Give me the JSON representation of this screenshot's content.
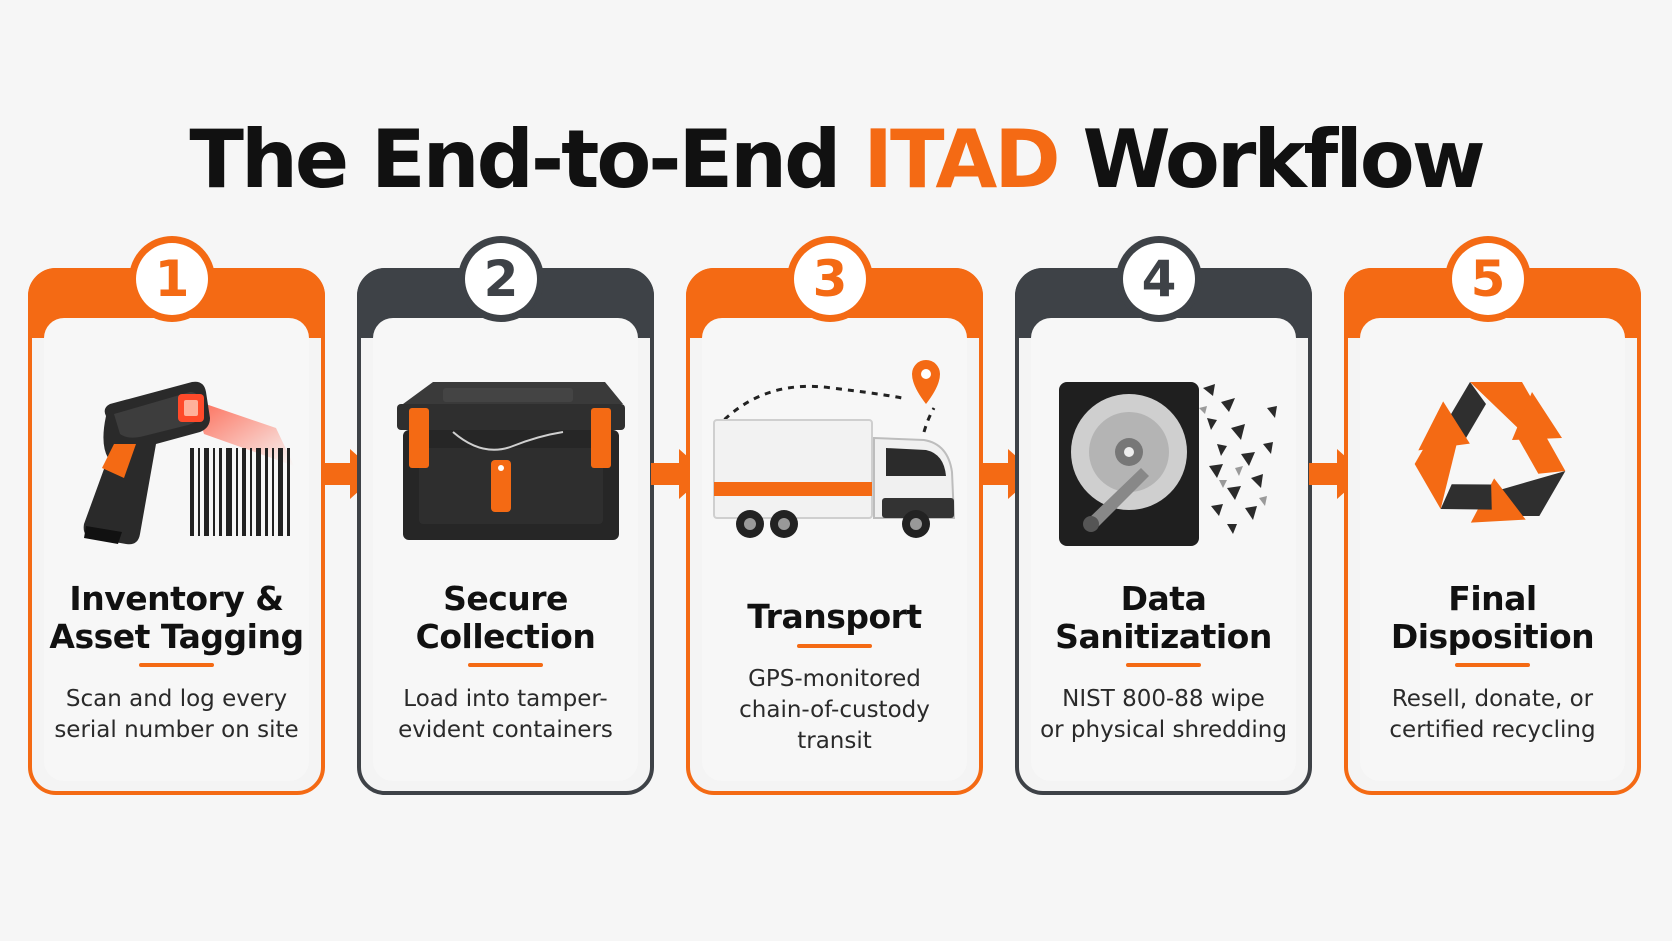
{
  "title": {
    "before": "The End-to-End ",
    "accent": "ITAD",
    "after": " Workflow"
  },
  "colors": {
    "accent": "#f46a14",
    "dark": "#3e4247",
    "background": "#f6f6f6"
  },
  "steps": [
    {
      "number": "1",
      "title": "Inventory &\nAsset Tagging",
      "description": "Scan and log every\nserial number on site",
      "icon": "barcode-scanner-icon",
      "theme": "orange"
    },
    {
      "number": "2",
      "title": "Secure\nCollection",
      "description": "Load into tamper-\nevident containers",
      "icon": "locked-container-icon",
      "theme": "dark"
    },
    {
      "number": "3",
      "title": "Transport",
      "description": "GPS-monitored\nchain-of-custody\ntransit",
      "icon": "truck-icon",
      "theme": "orange"
    },
    {
      "number": "4",
      "title": "Data\nSanitization",
      "description": "NIST 800-88 wipe\nor physical shredding",
      "icon": "hard-drive-shred-icon",
      "theme": "dark"
    },
    {
      "number": "5",
      "title": "Final\nDisposition",
      "description": "Resell, donate, or\ncertified recycling",
      "icon": "recycle-icon",
      "theme": "orange"
    }
  ]
}
